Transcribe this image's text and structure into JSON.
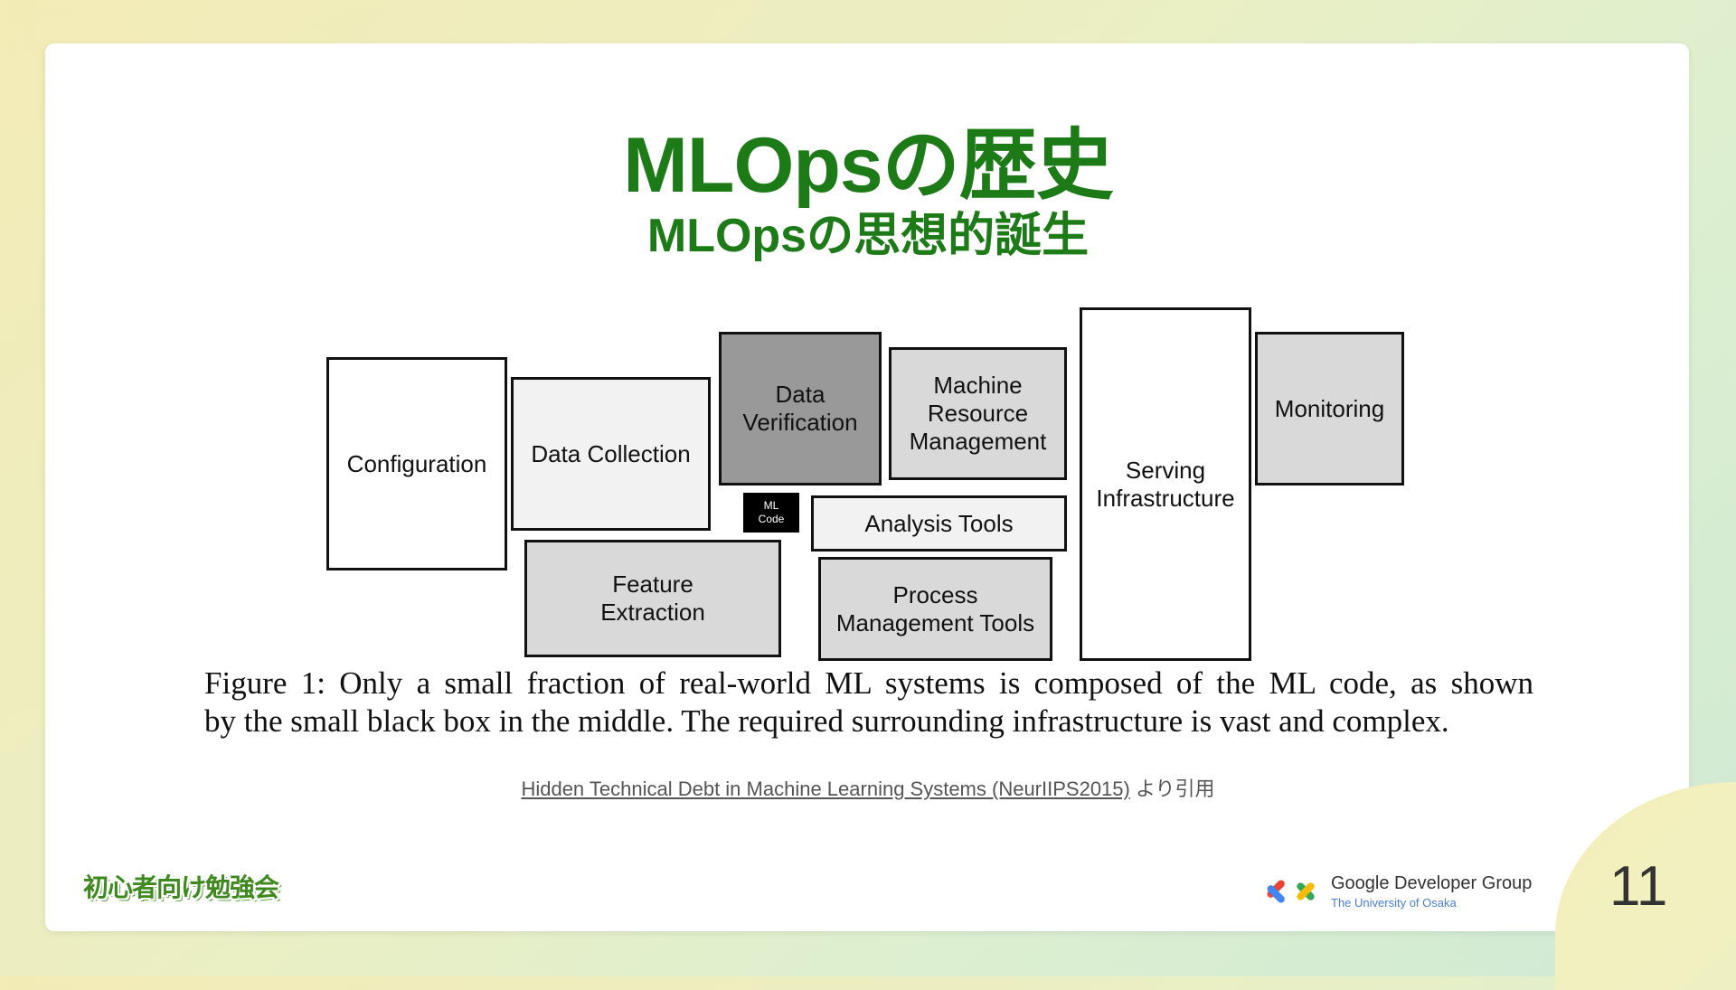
{
  "title": "MLOpsの歴史",
  "subtitle": "MLOpsの思想的誕生",
  "diagram": {
    "boxes": {
      "configuration": "Configuration",
      "data_collection": "Data Collection",
      "data_verification": "Data\nVerification",
      "machine_resource": "Machine\nResource\nManagement",
      "serving": "Serving\nInfrastructure",
      "monitoring": "Monitoring",
      "ml_code": "ML\nCode",
      "analysis_tools": "Analysis Tools",
      "feature_extraction": "Feature\nExtraction",
      "process_management": "Process\nManagement Tools"
    },
    "caption_line1": "Figure 1: Only a small fraction of real-world ML systems is composed of the ML code, as shown",
    "caption_line2": "by the small black box in the middle. The required surrounding infrastructure is vast and complex."
  },
  "source": {
    "link_text": "Hidden Technical Debt in Machine Learning Systems (NeurIIPS2015)",
    "suffix": " より引用"
  },
  "footer": {
    "left_logo": "初心者向け勉強会",
    "gdg_name": "Google Developer Group",
    "gdg_sub": "The University of Osaka",
    "page_number": "11"
  },
  "colors": {
    "title_green": "#1c7a17",
    "box_light": "#f2f2f2",
    "box_mid": "#d9d9d9",
    "box_dark": "#999999"
  }
}
